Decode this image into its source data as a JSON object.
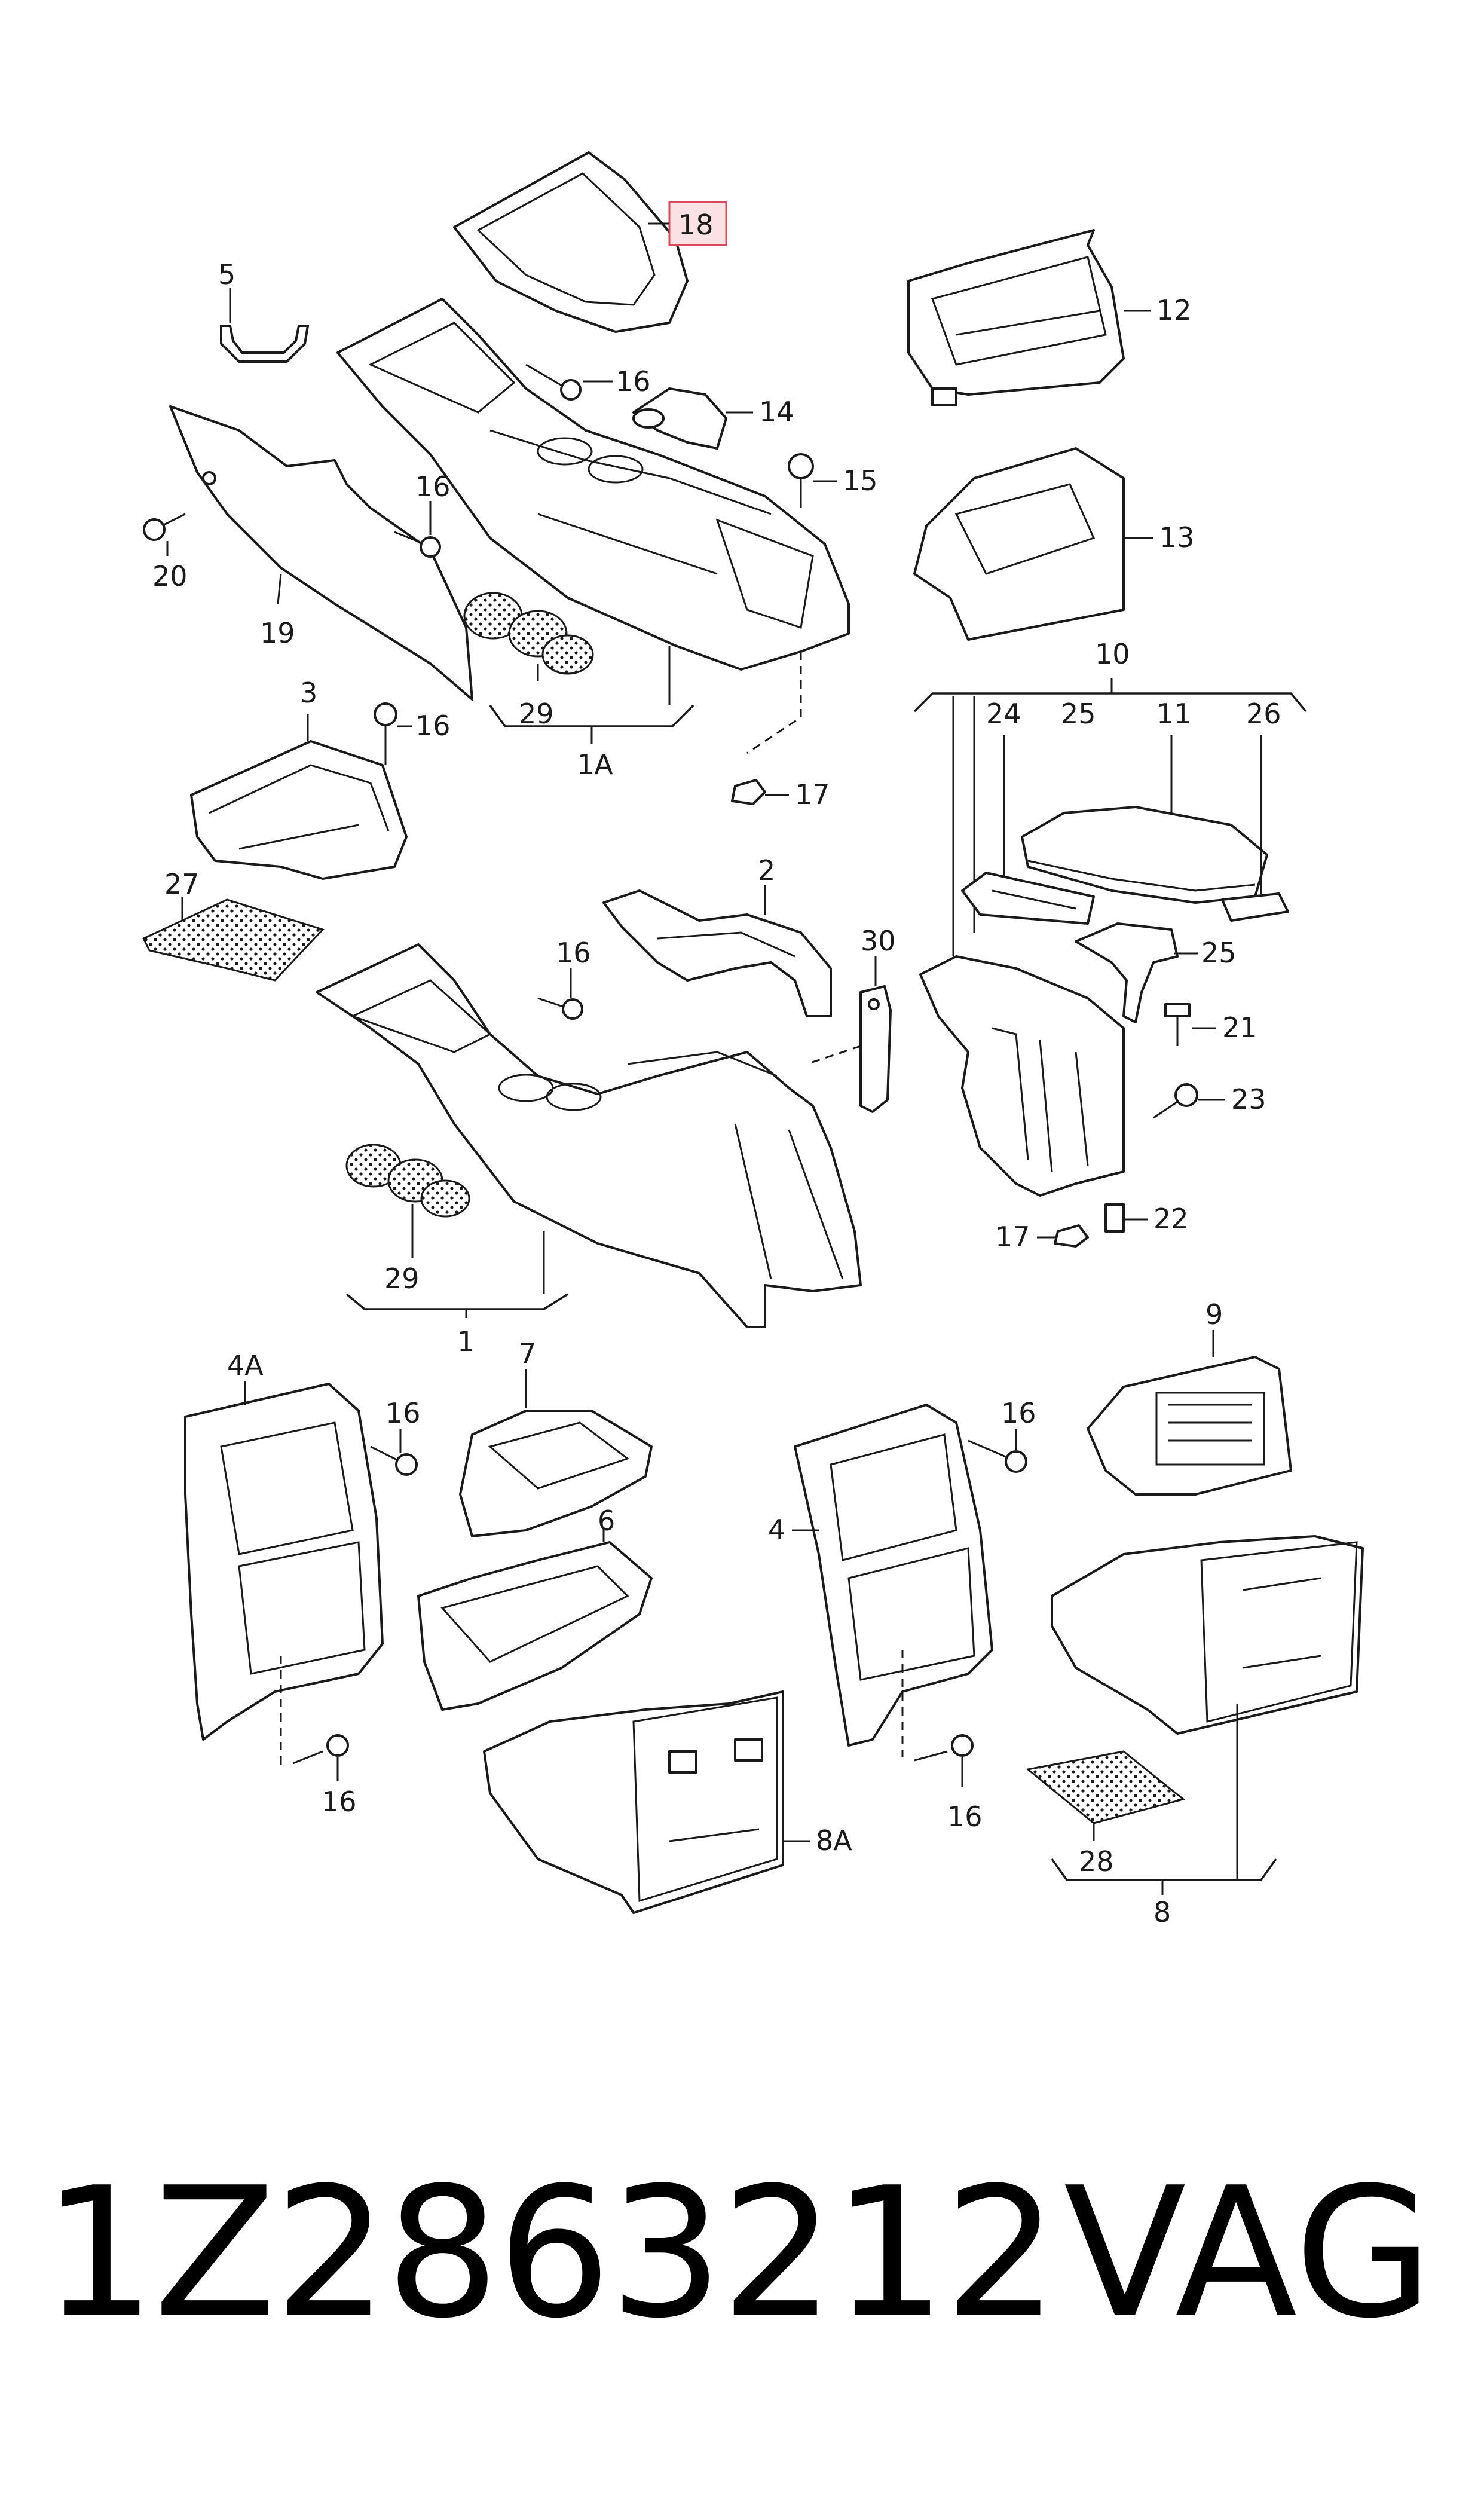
{
  "highlighted_label": "18",
  "labels": {
    "l18": "18",
    "l12": "12",
    "l5": "5",
    "l16a": "16",
    "l14": "14",
    "l15": "15",
    "l16b": "16",
    "l13": "13",
    "l20": "20",
    "l19": "19",
    "l29a": "29",
    "l1A": "1A",
    "l10": "10",
    "l24": "24",
    "l25a": "25",
    "l11": "11",
    "l26": "26",
    "l3": "3",
    "l16c": "16",
    "l17a": "17",
    "l2": "2",
    "l27": "27",
    "l16d": "16",
    "l30": "30",
    "l25b": "25",
    "l21": "21",
    "l23": "23",
    "l29b": "29",
    "l1": "1",
    "l17b": "17",
    "l22": "22",
    "l4A": "4A",
    "l16e": "16",
    "l7": "7",
    "l9": "9",
    "l16f": "16",
    "l6": "6",
    "l4": "4",
    "l16g": "16",
    "l8A": "8A",
    "l16h": "16",
    "l28": "28",
    "l8": "8"
  },
  "footer": {
    "part_number": "1Z2863212",
    "brand": "VAG"
  }
}
